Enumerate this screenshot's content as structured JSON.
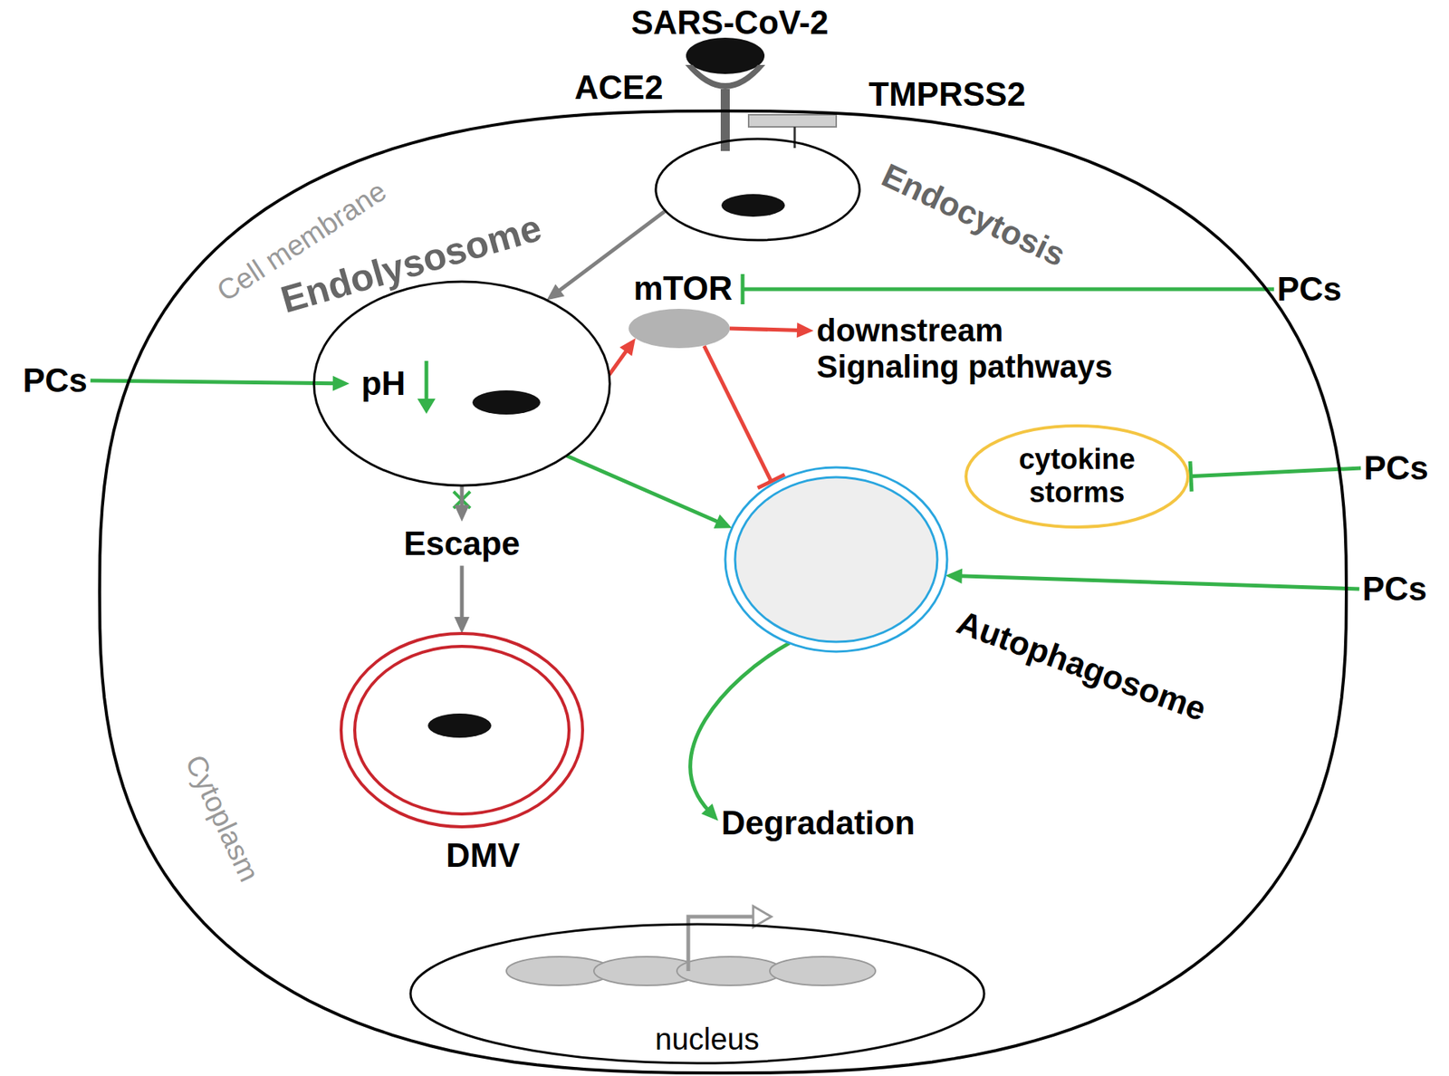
{
  "diagram": {
    "nodes": [
      {
        "text": [
          "Cell membrane",
          "Cytoplasm"
        ]
      },
      {
        "text": [
          "Endocytosis"
        ],
        "in": 0
      },
      {
        "text": [
          "Endolysosome",
          "pH"
        ],
        "in": 0
      },
      {
        "text": [
          "mTOR"
        ],
        "in": 0
      },
      {
        "text": [
          "downstream Signaling pathways"
        ],
        "in": 0
      },
      {
        "text": [
          "Escape"
        ],
        "in": 0
      },
      {
        "text": [
          "DMV"
        ],
        "in": 0
      },
      {
        "text": [
          "Autophagosome"
        ],
        "in": 0
      },
      {
        "text": [
          "Degradation"
        ],
        "in": 0
      },
      {
        "text": [
          "cytokine storms"
        ],
        "in": 0
      },
      {
        "text": [
          "nucleus"
        ],
        "in": 0
      },
      {
        "text": [
          "PCs"
        ]
      },
      {
        "text": [
          "PCs"
        ]
      },
      {
        "text": [
          "PCs"
        ]
      },
      {
        "text": [
          "PCs"
        ]
      }
    ],
    "edges": [
      {
        "from": 1,
        "to": 2,
        "arrow": "to"
      },
      {
        "from": 2,
        "to": 3,
        "arrow": "to"
      },
      {
        "from": 3,
        "to": 4,
        "arrow": "to"
      },
      {
        "from": 3,
        "to": 7,
        "arrow": "to"
      },
      {
        "from": 2,
        "to": 5,
        "arrow": "to"
      },
      {
        "from": 5,
        "to": 6,
        "arrow": "to"
      },
      {
        "from": 2,
        "to": 7,
        "arrow": "to"
      },
      {
        "from": 7,
        "to": 8,
        "arrow": "to"
      },
      {
        "from": 11,
        "to": 2,
        "arrow": "to"
      },
      {
        "from": 12,
        "to": 3,
        "arrow": "to"
      },
      {
        "from": 13,
        "to": 9,
        "arrow": "to"
      },
      {
        "from": 14,
        "to": 7,
        "arrow": "to"
      }
    ],
    "labels": [
      "SARS-CoV-2",
      "ACE2",
      "TMPRSS2"
    ]
  }
}
